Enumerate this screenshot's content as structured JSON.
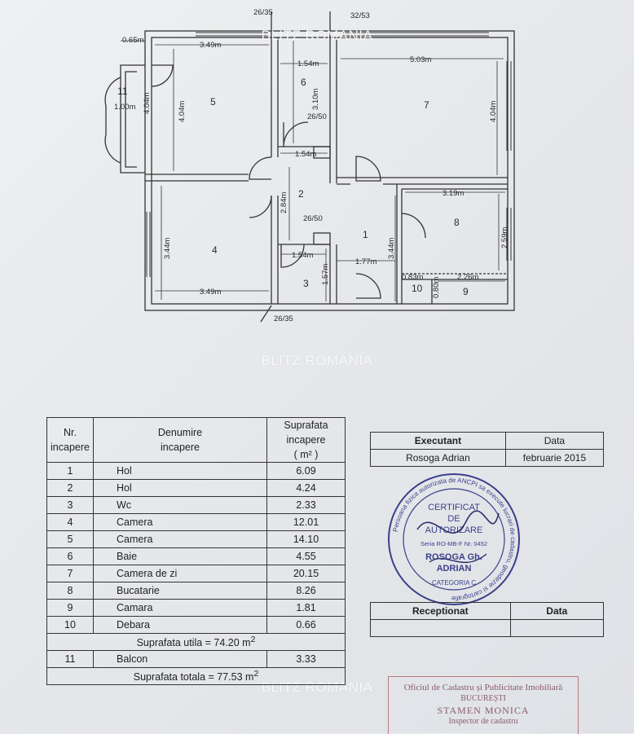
{
  "watermark": "BLITZ ROMANIA",
  "plan": {
    "wall_marks": {
      "top_left": "26/35",
      "top_right": "32/53",
      "bottom": "26/35",
      "mid_upper": "26/50",
      "mid_lower": "26/50"
    },
    "rooms": [
      {
        "nr": "1",
        "dims": [
          "1.77m",
          "3.44m"
        ]
      },
      {
        "nr": "2",
        "dims": [
          "1.54m",
          "2.84m"
        ]
      },
      {
        "nr": "3",
        "dims": [
          "1.54m",
          "1.57m"
        ]
      },
      {
        "nr": "4",
        "dims": [
          "3.49m",
          "3.44m"
        ]
      },
      {
        "nr": "5",
        "dims": [
          "3.49m",
          "4.04m"
        ]
      },
      {
        "nr": "6",
        "dims": [
          "1.54m",
          "3.10m"
        ]
      },
      {
        "nr": "7",
        "dims": [
          "5.03m",
          "4.04m"
        ]
      },
      {
        "nr": "8",
        "dims": [
          "3.19m",
          "2.59m"
        ]
      },
      {
        "nr": "9",
        "dims": [
          "2.26m"
        ]
      },
      {
        "nr": "10",
        "dims": [
          "0.83m",
          "0.80m"
        ]
      },
      {
        "nr": "11",
        "dims": [
          "0.65m",
          "1.00m",
          "4.04m"
        ]
      }
    ]
  },
  "table": {
    "headers": {
      "nr": "Nr.\nincapere",
      "name": "Denumire\nincapere",
      "area": "Suprafata incapere\n( m² )"
    },
    "rows": [
      {
        "nr": "1",
        "name": "Hol",
        "area": "6.09"
      },
      {
        "nr": "2",
        "name": "Hol",
        "area": "4.24"
      },
      {
        "nr": "3",
        "name": "Wc",
        "area": "2.33"
      },
      {
        "nr": "4",
        "name": "Camera",
        "area": "12.01"
      },
      {
        "nr": "5",
        "name": "Camera",
        "area": "14.10"
      },
      {
        "nr": "6",
        "name": "Baie",
        "area": "4.55"
      },
      {
        "nr": "7",
        "name": "Camera de zi",
        "area": "20.15"
      },
      {
        "nr": "8",
        "name": "Bucatarie",
        "area": "8.26"
      },
      {
        "nr": "9",
        "name": "Camara",
        "area": "1.81"
      },
      {
        "nr": "10",
        "name": "Debara",
        "area": "0.66"
      }
    ],
    "util_total": "Suprafata utila = 74.20 m",
    "balcon": {
      "nr": "11",
      "name": "Balcon",
      "area": "3.33"
    },
    "grand_total": "Suprafata totala = 77.53 m"
  },
  "executant": {
    "label": "Executant",
    "date_label": "Data",
    "name": "Rosoga Adrian",
    "date": "februarie 2015"
  },
  "receptionat": {
    "label": "Receptionat",
    "date_label": "Data"
  },
  "stamp": {
    "ring_text": "Persoana fizica autorizata de ANCPI sa execute lucrari de cadastru, geodezie si cartografie",
    "line1": "CERTIFICAT",
    "line2": "DE",
    "line3": "AUTORIZARE",
    "serie": "Seria RO-MB-F Nr. 0452",
    "name1": "ROSOGA Gh.",
    "name2": "ADRIAN",
    "categoria": "CATEGORIA C"
  },
  "ocpi": {
    "line1": "Oficiul de Cadastru și Publicitate Imobiliară",
    "line2": "BUCUREȘTI",
    "line3": "STAMEN MONICA",
    "line4": "Inspector de cadastru"
  }
}
